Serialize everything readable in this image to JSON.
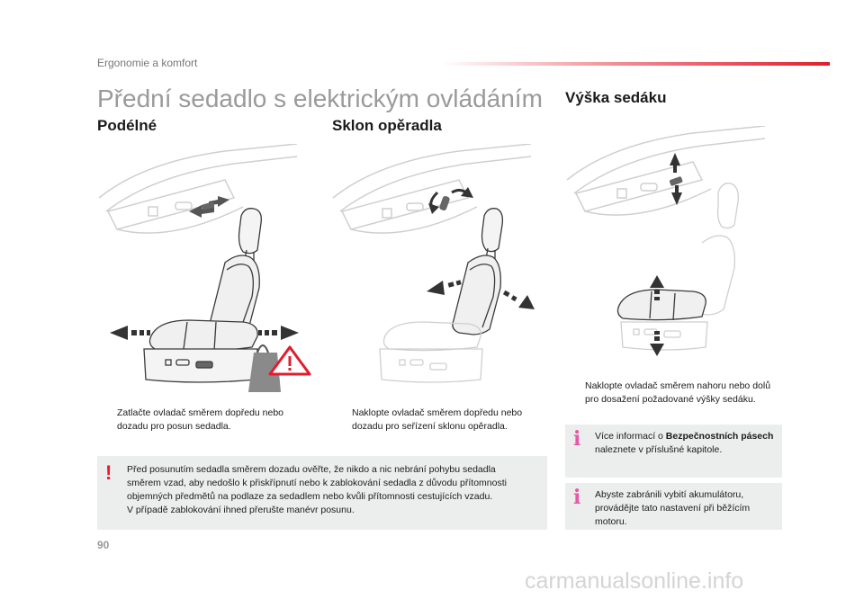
{
  "header": {
    "section": "Ergonomie a komfort"
  },
  "title": "Přední sedadlo s elektrickým ovládáním",
  "columns": {
    "longitudinal": {
      "heading": "Podélné",
      "bullet_mark": "",
      "text": "Zatlačte ovladač směrem dopředu nebo dozadu pro posun sedadla."
    },
    "backrest": {
      "heading": "Sklon opěradla",
      "bullet_mark": "",
      "text": "Naklopte ovladač směrem dopředu nebo dozadu pro seřízení sklonu opěradla."
    },
    "height": {
      "heading": "Výška sedáku",
      "bullet_mark": "",
      "text": "Naklopte ovladač směrem nahoru nebo dolů pro dosažení požadované výšky sedáku."
    }
  },
  "warning": {
    "mark": "!",
    "lines": [
      "Před posunutím sedadla směrem dozadu ověřte, že nikdo a nic nebrání pohybu sedadla",
      "směrem vzad, aby nedošlo k přiskřípnutí nebo k zablokování sedadla z důvodu přítomnosti",
      "objemných předmětů na podlaze za sedadlem nebo kvůli přítomnosti cestujících vzadu.",
      "V případě zablokování ihned přerušte manévr posunu."
    ]
  },
  "info_boxes": [
    {
      "mark": "i",
      "prefix": "Více informací o ",
      "bold": "Bezpečnostních pásech",
      "suffix": " naleznete v příslušné kapitole."
    },
    {
      "mark": "i",
      "text": "Abyste zabránili vybití akumulátoru, provádějte tato nastavení při běžícím motoru."
    }
  ],
  "page_number": "90",
  "watermark": "carmanualsonline.info",
  "colors": {
    "accent_red": "#e21c2c",
    "info_pink": "#e45aa8",
    "box_grey": "#eceeee",
    "title_grey": "#9a9a9a"
  },
  "icons": [
    "warning-triangle-icon",
    "exclamation-icon",
    "info-icon",
    "bag-icon"
  ]
}
